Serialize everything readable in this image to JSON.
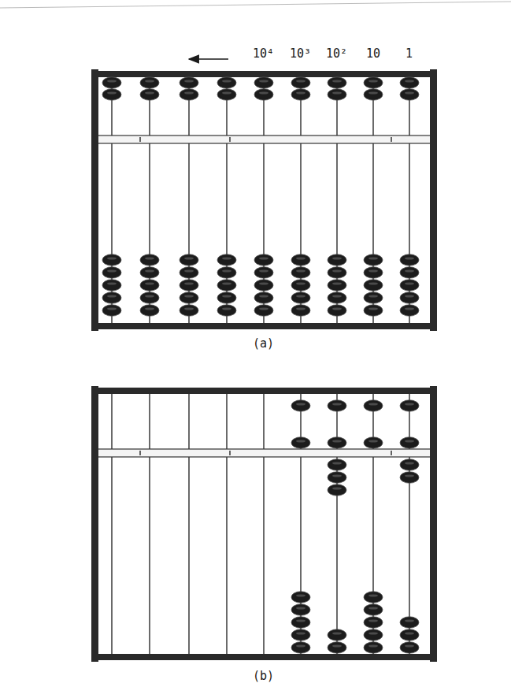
{
  "diagram": {
    "labels": [
      "10⁴",
      "10³",
      "10²",
      "10",
      "1",
      "(a)",
      "(b)"
    ]
  }
}
